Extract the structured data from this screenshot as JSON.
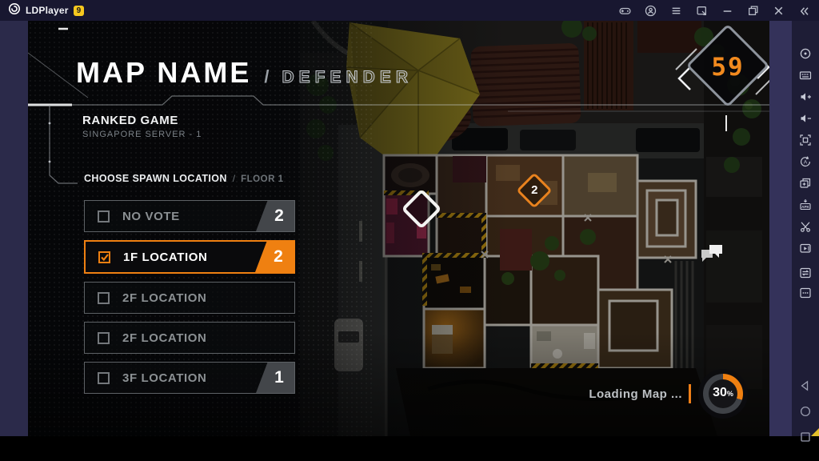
{
  "colors": {
    "accent_orange": "#ef8011",
    "timer_orange": "#f28a1e",
    "badge_gray": "#43464a",
    "titlebar_bg": "#181730",
    "toolbar_bg": "#1e1d36",
    "version_badge_bg": "#f7c81e"
  },
  "window": {
    "app_name": "LDPlayer",
    "version_badge": "9",
    "titlebar_icons": [
      "ldplayer-logo",
      "gamepad",
      "record-user",
      "menu",
      "screenshot-window",
      "minimize",
      "maximize",
      "close",
      "collapse-toolbar"
    ],
    "toolbar_icons": [
      "aim-assist",
      "keyboard-mapping",
      "volume-up",
      "volume-down",
      "fullscreen",
      "rotate-screen",
      "multi-window",
      "install-apk",
      "screenshot-cut",
      "video-recorder",
      "sync",
      "more-options",
      "nav-back",
      "nav-home",
      "nav-recent"
    ],
    "resize_corner": "resize-handle"
  },
  "game": {
    "header": {
      "map_label": "MAP NAME",
      "separator": "/",
      "mode_label": "DEFENDER"
    },
    "match": {
      "type": "RANKED GAME",
      "server": "SINGAPORE SERVER - 1"
    },
    "spawn": {
      "title": "CHOOSE SPAWN LOCATION",
      "separator": "/",
      "floor": "FLOOR 1"
    },
    "vote_options": [
      {
        "label": "NO VOTE",
        "votes": "2",
        "selected": false,
        "has_badge": true
      },
      {
        "label": "1F LOCATION",
        "votes": "2",
        "selected": true,
        "has_badge": true
      },
      {
        "label": "2F LOCATION",
        "votes": "",
        "selected": false,
        "has_badge": false
      },
      {
        "label": "2F LOCATION",
        "votes": "",
        "selected": false,
        "has_badge": false
      },
      {
        "label": "3F LOCATION",
        "votes": "1",
        "selected": false,
        "has_badge": true
      }
    ],
    "timer_seconds": "59",
    "map_markers": [
      {
        "label": "2"
      }
    ],
    "loading": {
      "text": "Loading Map ...",
      "percent": "30",
      "percent_sign": "%"
    }
  }
}
